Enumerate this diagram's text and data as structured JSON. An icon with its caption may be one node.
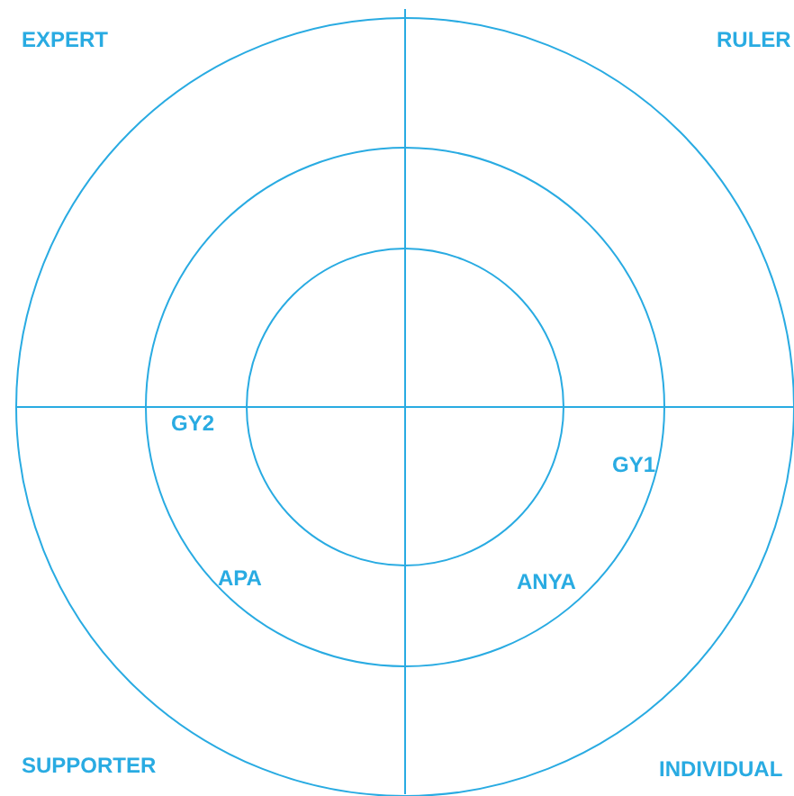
{
  "diagram": {
    "labels": [
      "EXPERT",
      "RULER",
      "GY2",
      "GY1",
      "APA",
      "ANYA",
      "SUPPORTER",
      "INDIVIDUAL"
    ]
  }
}
